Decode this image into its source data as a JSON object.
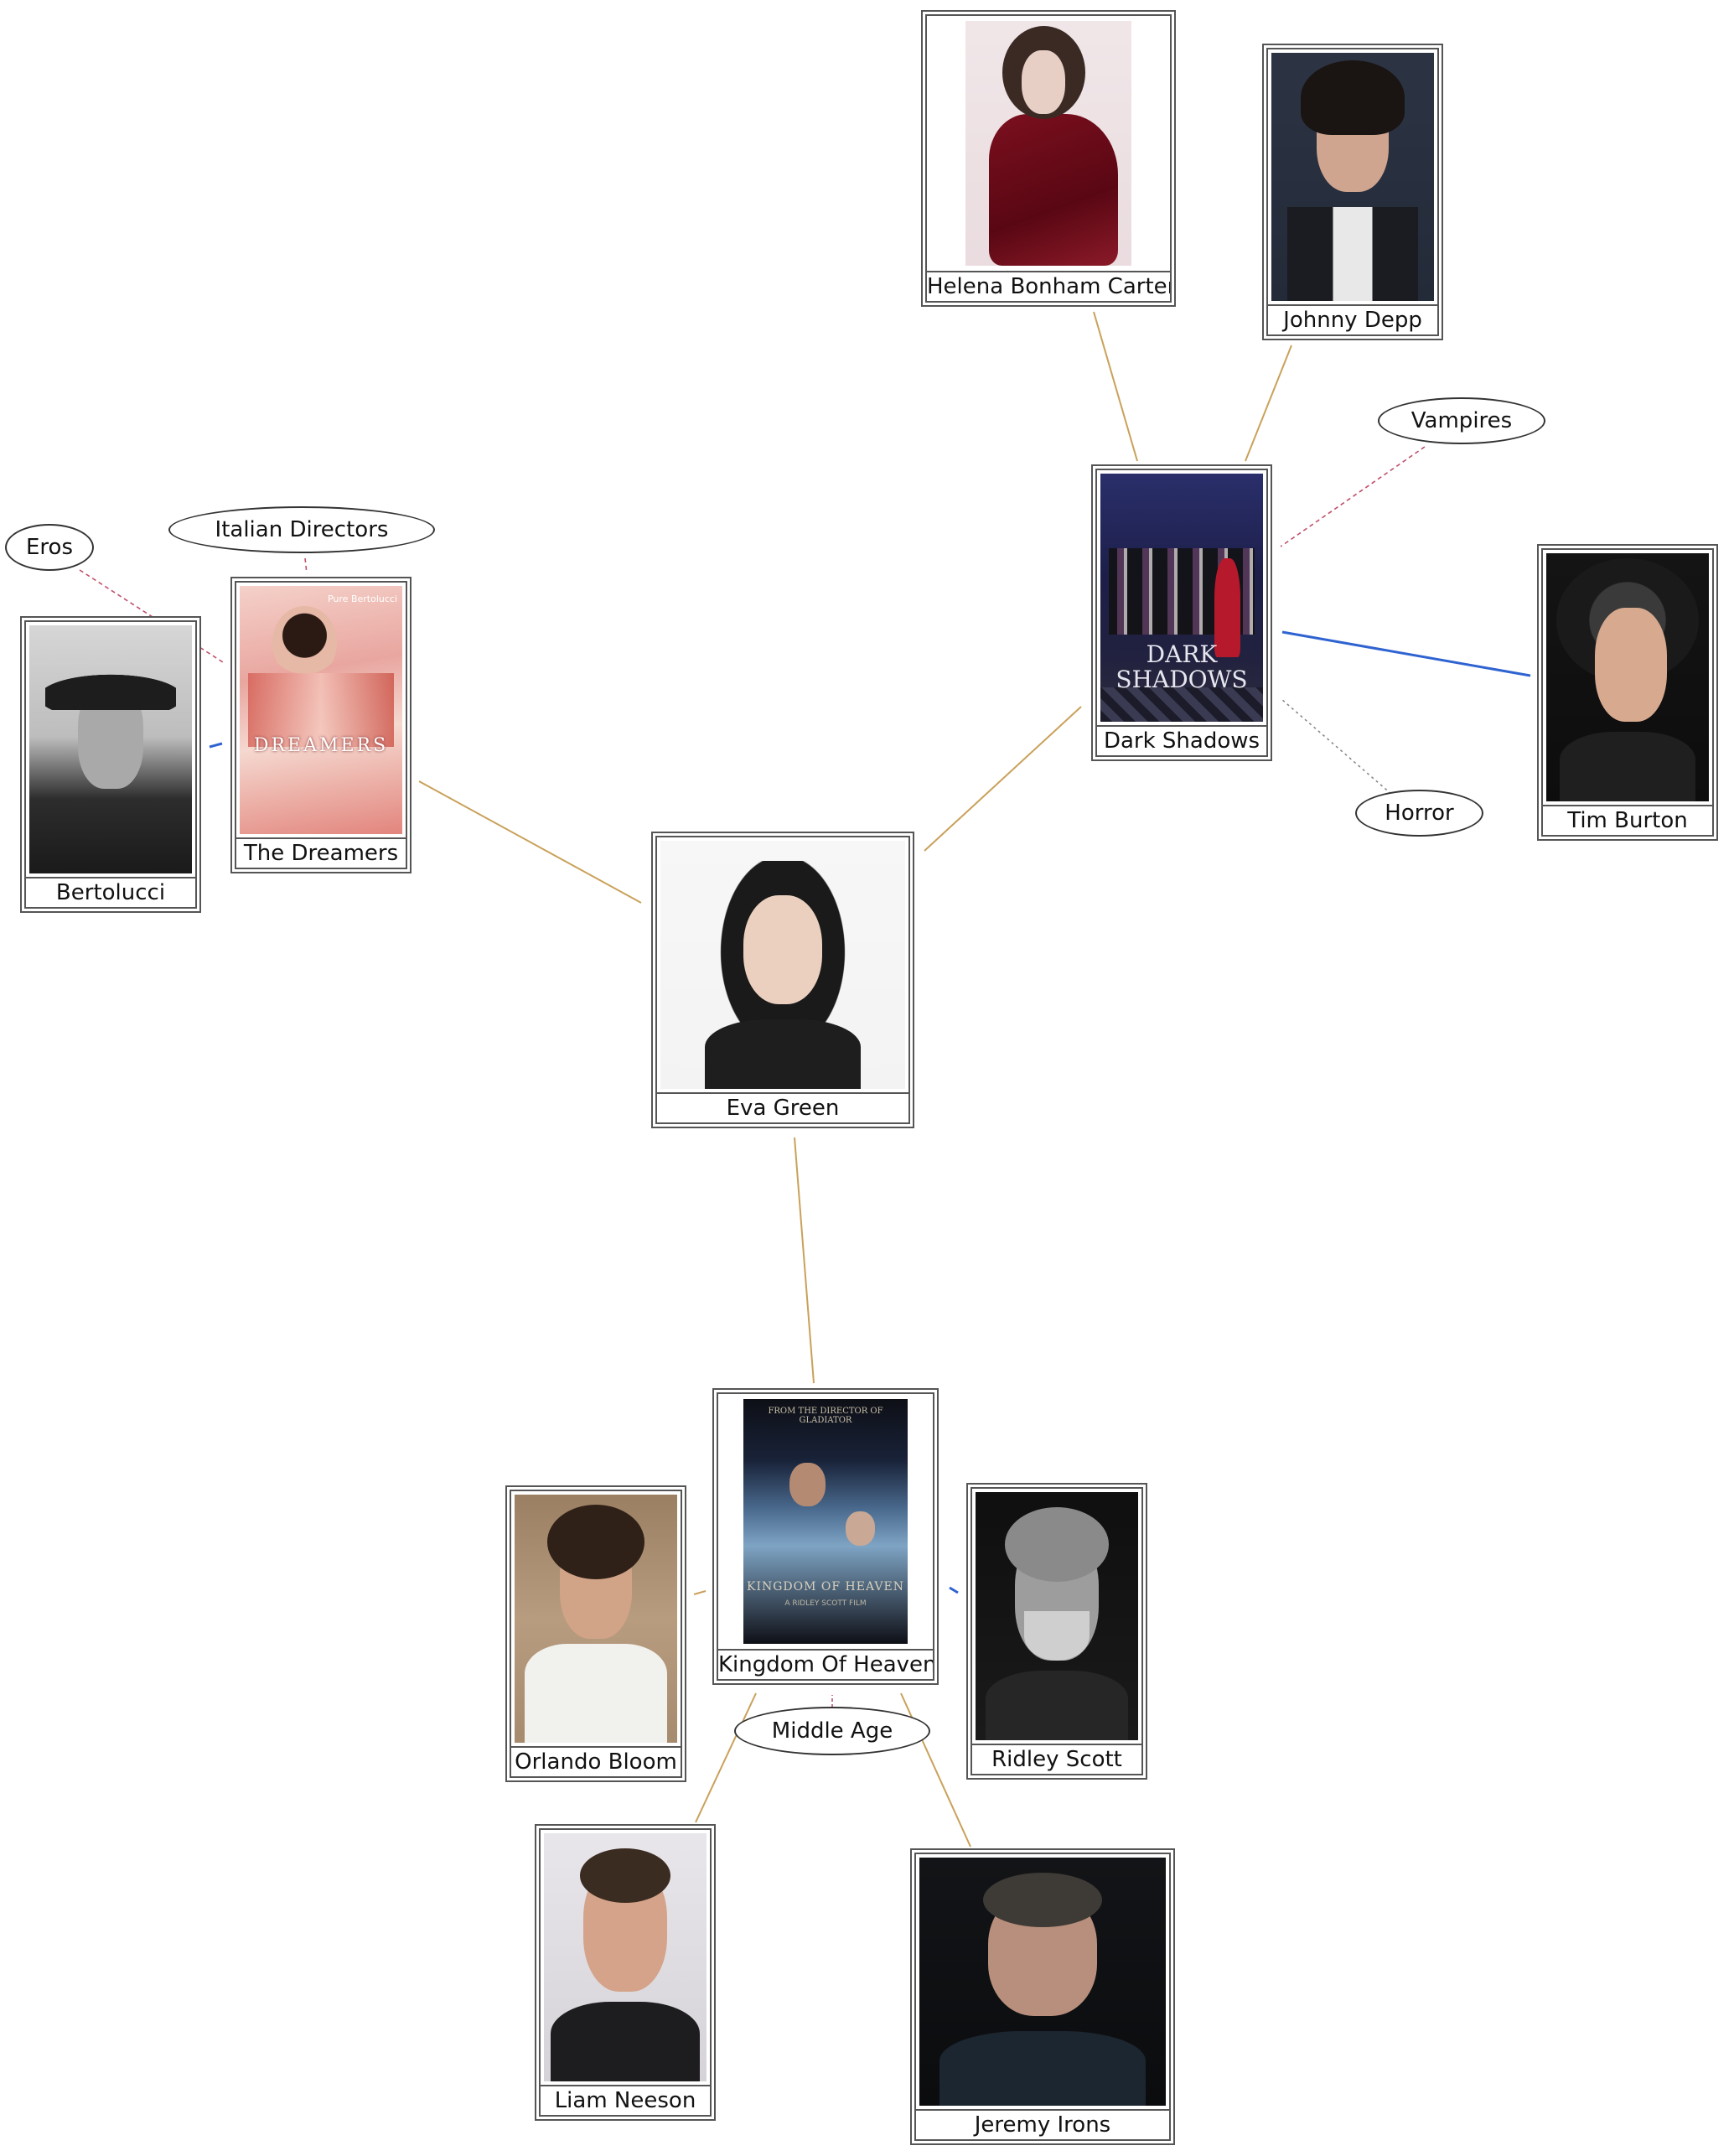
{
  "nodes": {
    "eva_green": {
      "label": "Eva Green",
      "icon": "person-photo"
    },
    "the_dreamers": {
      "label": "The Dreamers",
      "icon": "movie-poster",
      "poster_title": "DREAMERS",
      "poster_header": "Pure Bertolucci"
    },
    "bertolucci": {
      "label": "Bertolucci",
      "icon": "person-photo"
    },
    "dark_shadows": {
      "label": "Dark Shadows",
      "icon": "movie-poster",
      "poster_title_line1": "DARK",
      "poster_title_line2": "SHADOWS"
    },
    "helena_bonham_carter": {
      "label": "Helena Bonham Carter",
      "icon": "person-photo"
    },
    "johnny_depp": {
      "label": "Johnny Depp",
      "icon": "person-photo"
    },
    "tim_burton": {
      "label": "Tim Burton",
      "icon": "person-photo"
    },
    "kingdom_of_heaven": {
      "label": "Kingdom Of Heaven",
      "icon": "movie-poster",
      "poster_header": "FROM THE DIRECTOR OF GLADIATOR",
      "poster_title": "KINGDOM OF HEAVEN",
      "poster_sub": "A RIDLEY SCOTT FILM"
    },
    "orlando_bloom": {
      "label": "Orlando Bloom",
      "icon": "person-photo"
    },
    "ridley_scott": {
      "label": "Ridley Scott",
      "icon": "person-photo"
    },
    "liam_neeson": {
      "label": "Liam Neeson",
      "icon": "person-photo"
    },
    "jeremy_irons": {
      "label": "Jeremy Irons",
      "icon": "person-photo"
    }
  },
  "tags": {
    "eros": "Eros",
    "italian_directors": "Italian Directors",
    "vampires": "Vampires",
    "horror": "Horror",
    "middle_age": "Middle Age"
  },
  "colors": {
    "acted_in_edge": "#c9a15a",
    "directed_edge": "#2f63d1",
    "tag_edge": "#c0506a",
    "horror_edge": "#888888",
    "border": "#555555"
  }
}
